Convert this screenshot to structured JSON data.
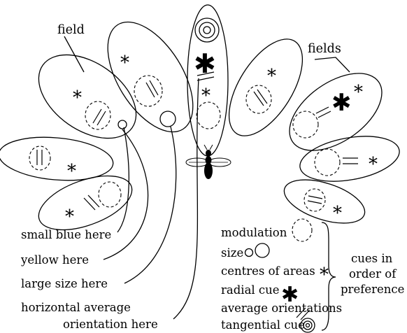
{
  "labels": {
    "field": "field",
    "fields": "fields",
    "small_blue": "small blue here",
    "yellow": "yellow here",
    "large_size": "large size here",
    "horizontal_average": "horizontal average",
    "orientation_here": "orientation here"
  },
  "legend": {
    "modulation": "modulation",
    "size": "size",
    "centres": "centres of areas",
    "radial": "radial cue",
    "average": "average orientations",
    "tangential": "tangential cue"
  },
  "cues_note": {
    "line1": "cues in",
    "line2": "order of",
    "line3": "preference"
  },
  "symbols": {
    "centre_star": "*",
    "radial_star": "✱"
  }
}
